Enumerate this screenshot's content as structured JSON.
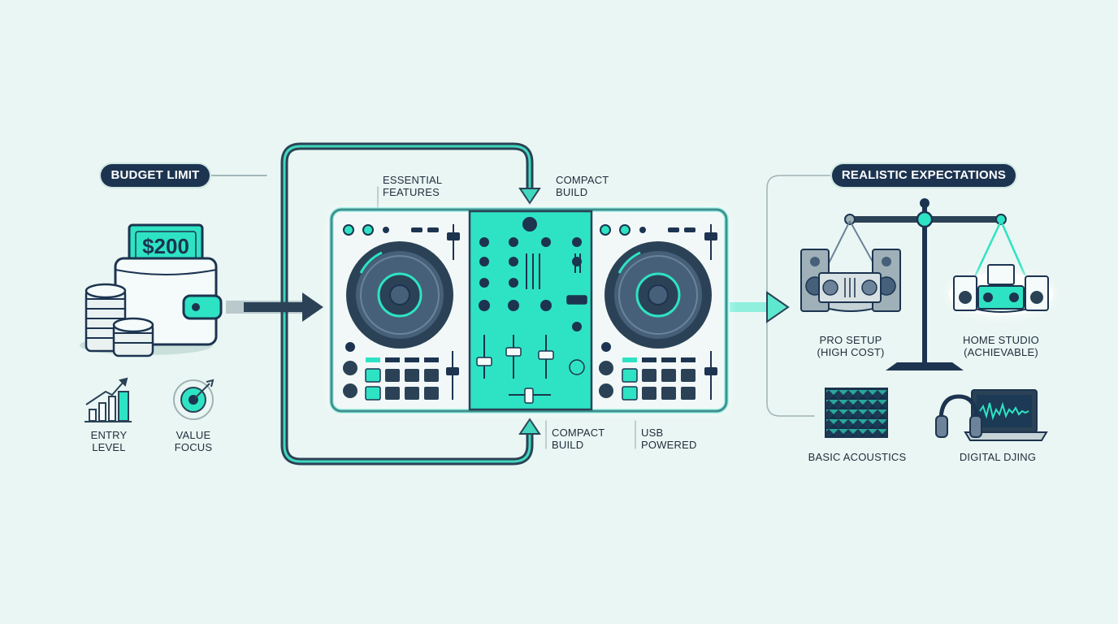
{
  "budget": {
    "tag": "BUDGET LIMIT",
    "price": "$200",
    "entry": [
      "ENTRY",
      "LEVEL"
    ],
    "value": [
      "VALUE",
      "FOCUS"
    ]
  },
  "controller": {
    "essential": [
      "ESSENTIAL",
      "FEATURES"
    ],
    "compact_top": [
      "COMPACT",
      "BUILD"
    ],
    "compact_bottom": [
      "COMPACT",
      "BUILD"
    ],
    "usb": [
      "USB",
      "POWERED"
    ]
  },
  "expectations": {
    "tag": "REALISTIC EXPECTATIONS",
    "pro": [
      "PRO SETUP",
      "(HIGH COST)"
    ],
    "home": [
      "HOME STUDIO",
      "(ACHIEVABLE)"
    ],
    "acoustics": "BASIC ACOUSTICS",
    "digital": "DIGITAL DJING"
  },
  "colors": {
    "accent": "#2ee3c3",
    "navy": "#1c3450",
    "line": "#2b4256",
    "background": "#eaf6f3"
  },
  "icons": [
    "wallet-icon",
    "coins-icon",
    "growth-chart-icon",
    "target-icon",
    "dj-controller-icon",
    "balance-scale-icon",
    "speaker-rig-icon",
    "acoustic-panel-icon",
    "headphones-laptop-icon"
  ]
}
